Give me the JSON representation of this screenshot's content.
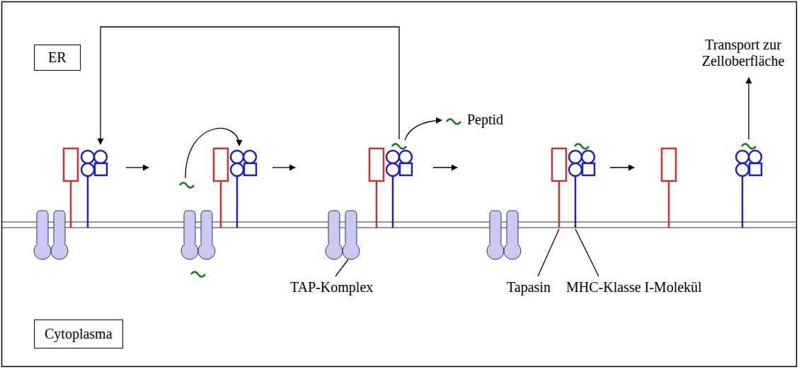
{
  "diagram": {
    "nodes": [
      {
        "text": [
          "ER"
        ]
      },
      {
        "text": [
          "Cytoplasma"
        ]
      }
    ],
    "labels": [
      "Peptid",
      "Transport zur Zelloberfläche",
      "TAP-Komplex",
      "Tapasin",
      "MHC-Klasse I-Molekül"
    ]
  }
}
